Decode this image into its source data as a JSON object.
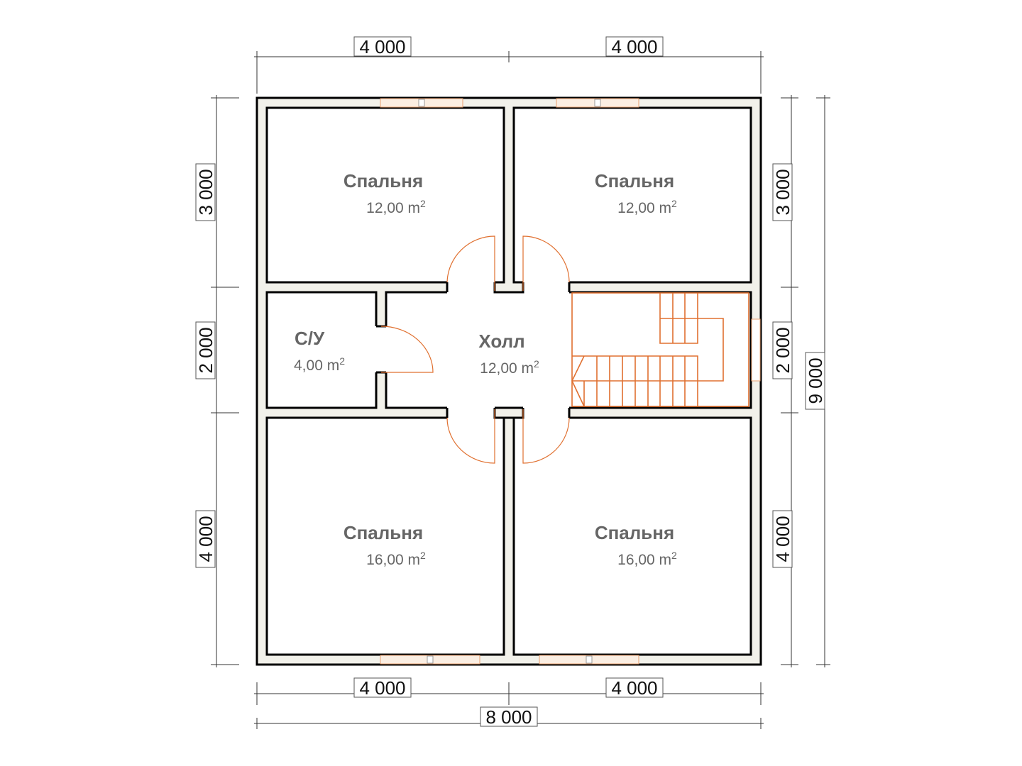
{
  "rooms": [
    {
      "name": "Спальня",
      "area": "12,00 m",
      "sup": "2"
    },
    {
      "name": "Спальня",
      "area": "12,00 m",
      "sup": "2"
    },
    {
      "name": "С/У",
      "area": "4,00 m",
      "sup": "2"
    },
    {
      "name": "Холл",
      "area": "12,00 m",
      "sup": "2"
    },
    {
      "name": "Спальня",
      "area": "16,00 m",
      "sup": "2"
    },
    {
      "name": "Спальня",
      "area": "16,00 m",
      "sup": "2"
    }
  ],
  "dimensions": {
    "top": [
      "4 000",
      "4 000"
    ],
    "bottom": [
      "4 000",
      "4 000"
    ],
    "total_width": "8 000",
    "left": [
      "3 000",
      "2 000",
      "4 000"
    ],
    "right": [
      "3 000",
      "2 000",
      "4 000"
    ],
    "total_height": "9 000"
  },
  "colors": {
    "wall": "#f2f1ea",
    "stairs": "#e07030",
    "text": "#666666"
  }
}
